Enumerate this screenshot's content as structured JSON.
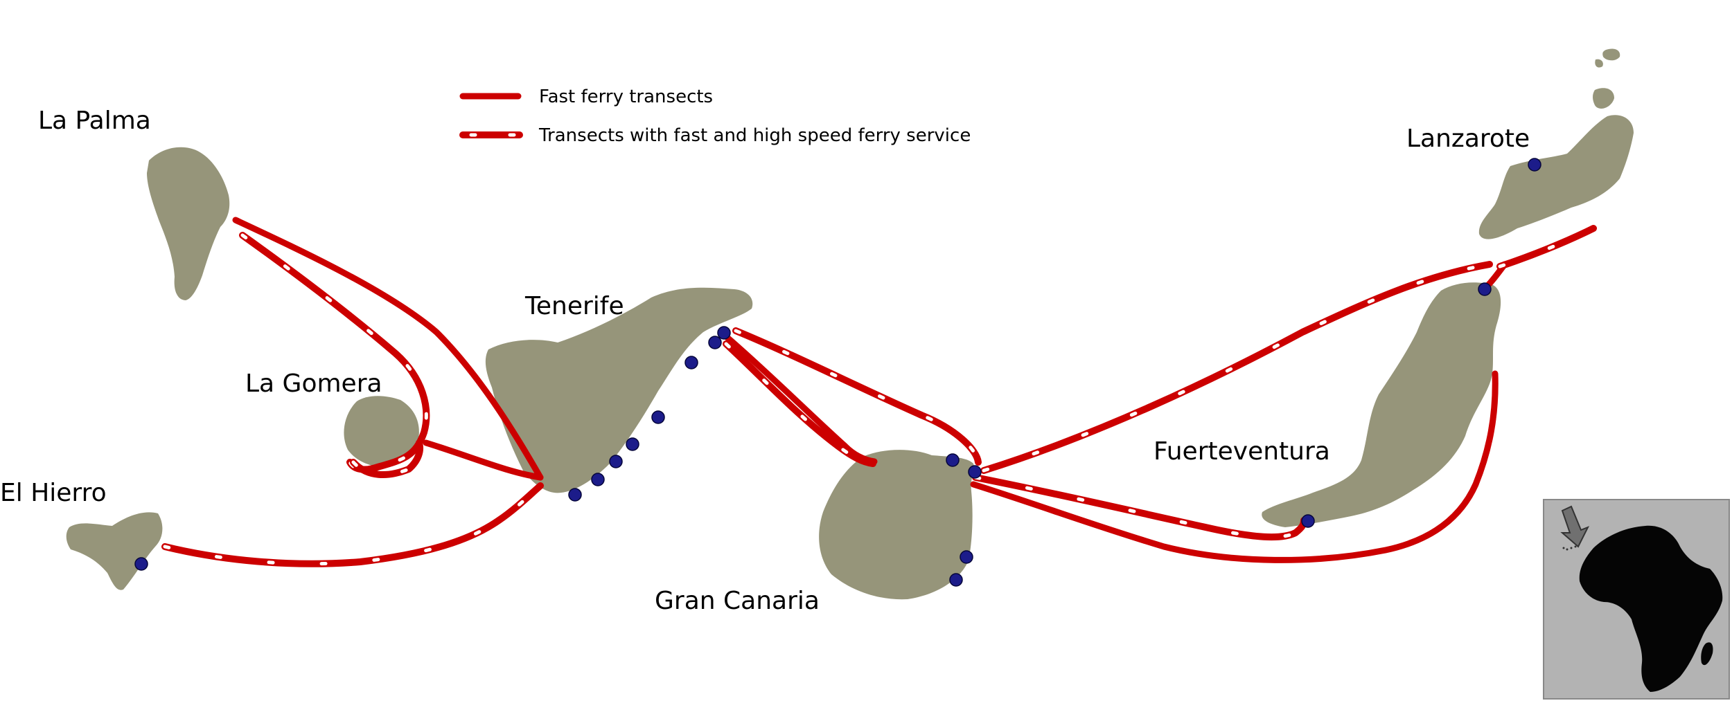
{
  "legend": {
    "solid_label": "Fast ferry transects",
    "dashed_label": "Transects with fast and high speed ferry service"
  },
  "islands": {
    "la_palma": "La Palma",
    "la_gomera": "La Gomera",
    "el_hierro": "El Hierro",
    "tenerife": "Tenerife",
    "gran_canaria": "Gran Canaria",
    "fuerteventura": "Fuerteventura",
    "lanzarote": "Lanzarote"
  },
  "colors": {
    "island": "#96957a",
    "route": "#cc0000",
    "port": "#1c1c8a",
    "inset_background": "#b3b3b3",
    "africa": "#050505"
  },
  "icons": {
    "inset_arrow": "arrow-down-left-icon"
  }
}
